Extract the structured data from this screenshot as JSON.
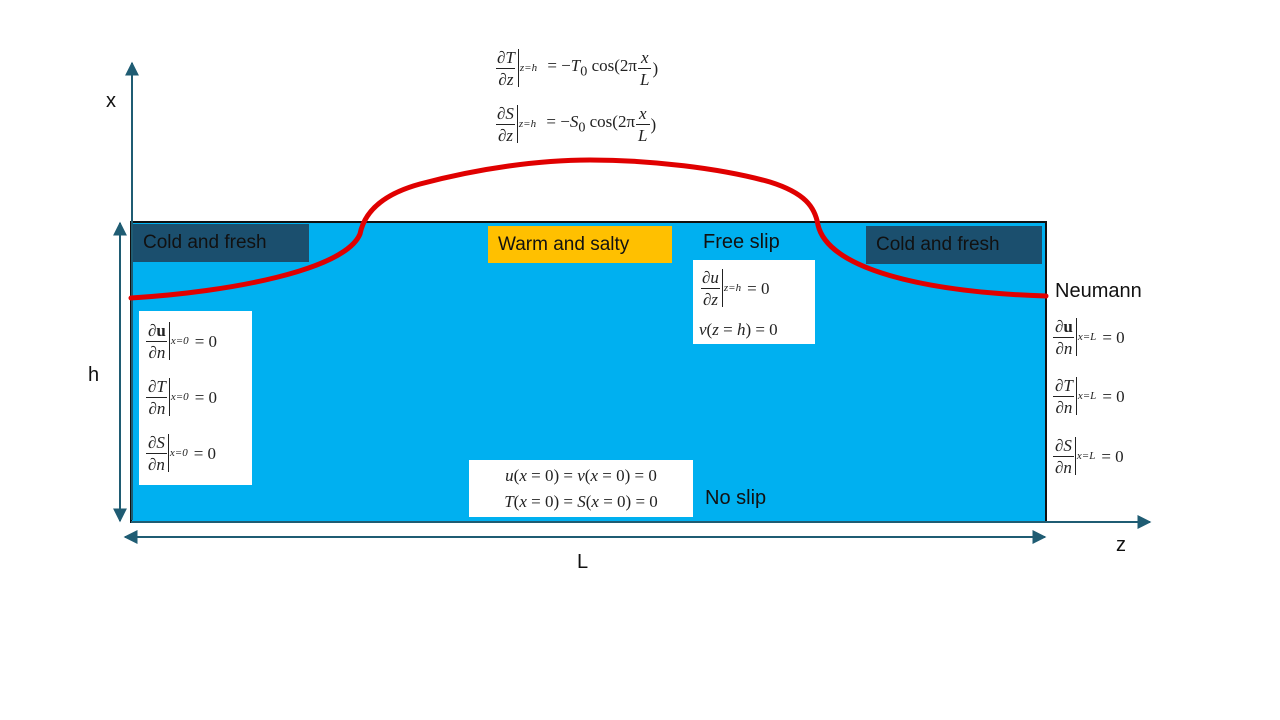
{
  "colors": {
    "water": "#00b0f0",
    "interface": "#e00000",
    "cold_fresh_box": "#1b4f6e",
    "warm_salty_box": "#ffc000",
    "axis": "#1f5c73",
    "equation_bg": "#ffffff"
  },
  "axes": {
    "x_label": "x",
    "z_label": "z",
    "h_label": "h",
    "L_label": "L"
  },
  "regions": {
    "cold_fresh_left": "Cold and fresh",
    "warm_salty": "Warm and salty",
    "cold_fresh_right": "Cold and fresh"
  },
  "boundary_labels": {
    "free_slip": "Free slip",
    "neumann": "Neumann",
    "no_slip": "No slip"
  },
  "equations": {
    "top_T": "∂T/∂z |_{z=h} = −T₀ cos(2π x/L)",
    "top_S": "∂S/∂z |_{z=h} = −S₀ cos(2π x/L)",
    "free_slip_du": "∂u/∂z |_{z=h} = 0",
    "free_slip_v": "v(z = h) = 0",
    "left_u": "∂u/∂n |_{x=0} = 0",
    "left_T": "∂T/∂n |_{x=0} = 0",
    "left_S": "∂S/∂n |_{x=0} = 0",
    "right_u": "∂u/∂n |_{x=L} = 0",
    "right_T": "∂T/∂n |_{x=L} = 0",
    "right_S": "∂S/∂n |_{x=L} = 0",
    "no_slip_uv": "u(x = 0) = v(x = 0) = 0",
    "no_slip_TS": "T(x = 0) = S(x = 0) = 0"
  }
}
